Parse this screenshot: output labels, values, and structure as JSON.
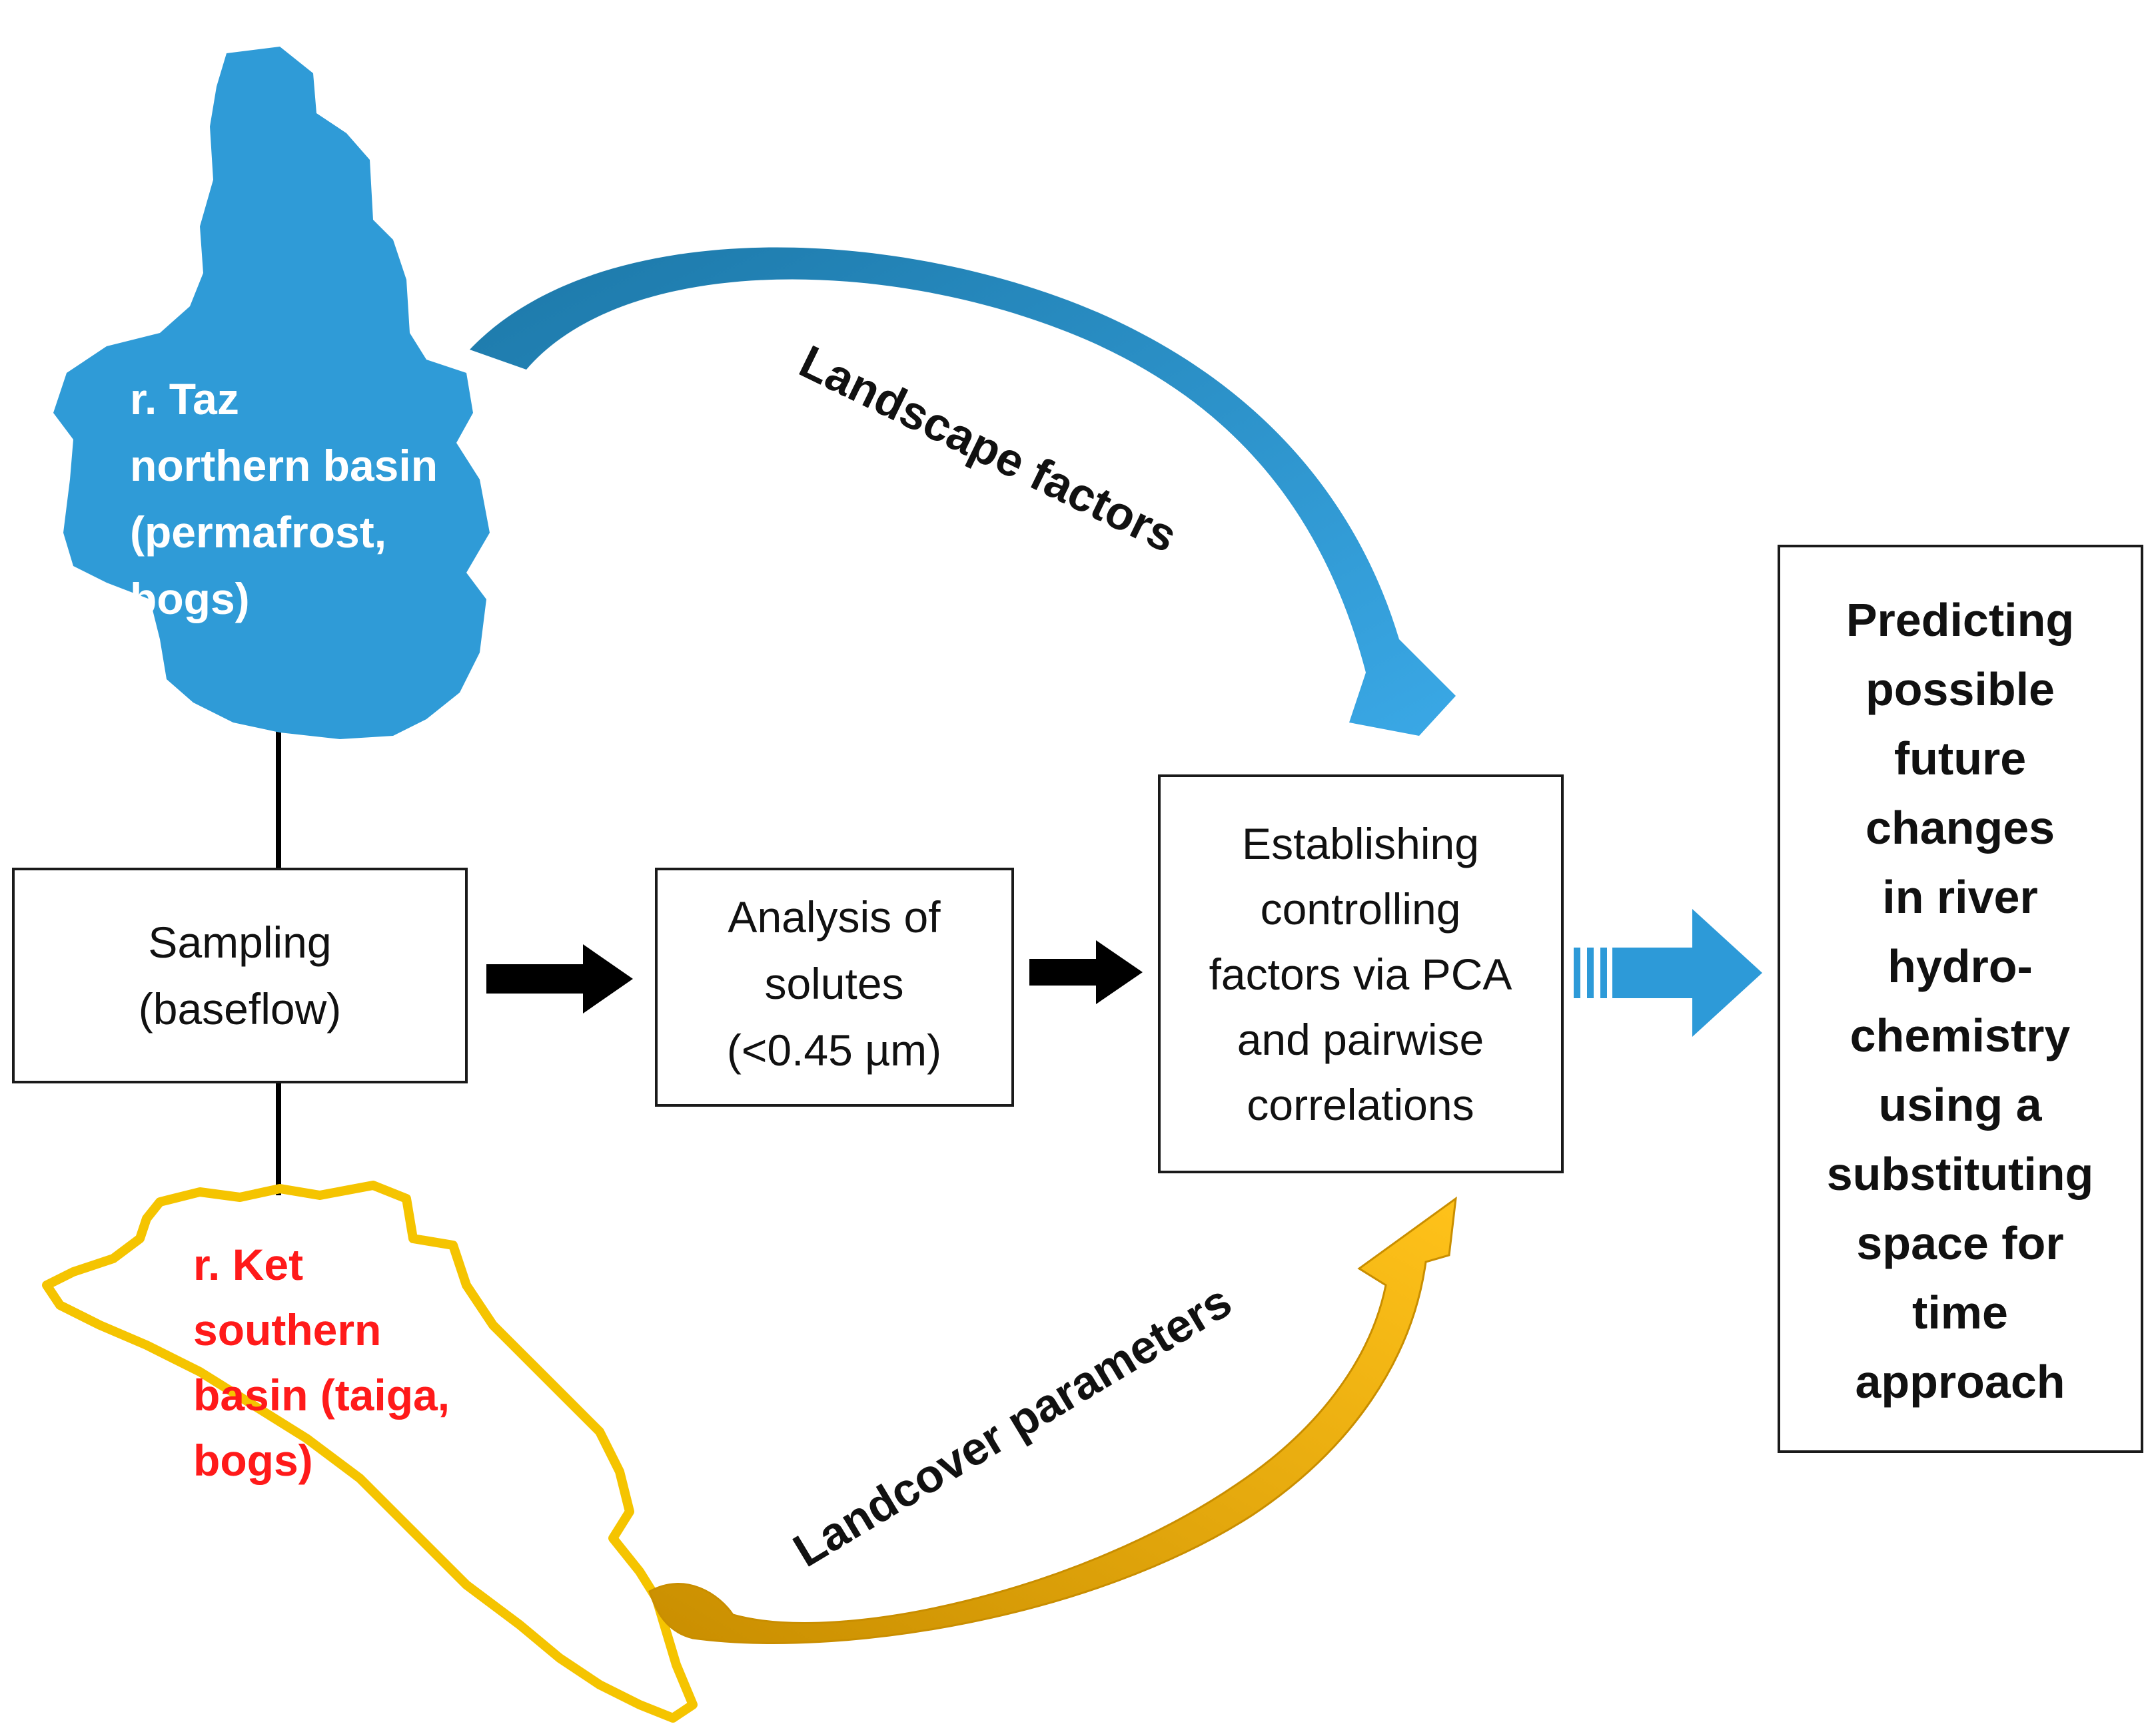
{
  "taz_basin": {
    "lines": [
      "r. Taz",
      "northern basin",
      "(permafrost,",
      "bogs)"
    ],
    "fill_color": "#2f9bd7",
    "text_color": "#ffffff"
  },
  "ket_basin": {
    "lines": [
      "r. Ket",
      "southern",
      "basin (taiga,",
      "bogs)"
    ],
    "outline_color": "#f5c400",
    "text_color": "#ff1a1a"
  },
  "boxes": {
    "sampling": [
      "Sampling",
      "(baseflow)"
    ],
    "analysis": [
      "Analysis of",
      "solutes",
      "(<0.45 µm)"
    ],
    "establishing": [
      "Establishing",
      "controlling",
      "factors via PCA",
      "and pairwise",
      "correlations"
    ],
    "predicting": [
      "Predicting",
      "possible",
      "future",
      "changes",
      "in river",
      "hydro-",
      "chemistry",
      "using a",
      "substituting",
      "space for",
      "time",
      "approach"
    ]
  },
  "curves": {
    "landscape": {
      "label": "Landscape factors",
      "color": "#2d9ad8"
    },
    "landcover": {
      "label": "Landcover parameters",
      "color": "#f0b400"
    }
  },
  "colors": {
    "arrow_black": "#000000",
    "arrow_blue": "#2d9ad8"
  }
}
